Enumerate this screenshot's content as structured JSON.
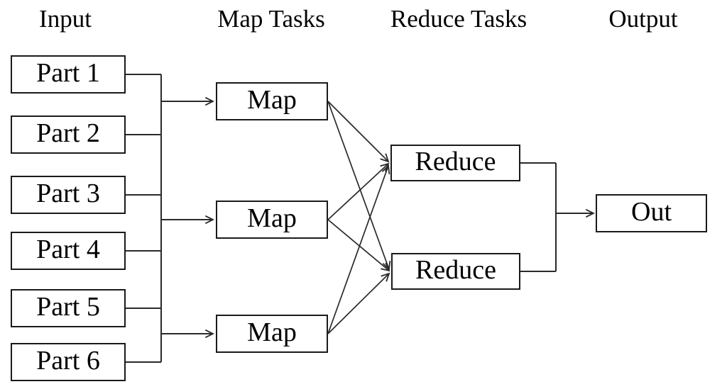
{
  "diagram_type": "mapreduce-flow",
  "headers": [
    {
      "id": "input",
      "label": "Input"
    },
    {
      "id": "map-tasks",
      "label": "Map Tasks"
    },
    {
      "id": "reduce-tasks",
      "label": "Reduce Tasks"
    },
    {
      "id": "output",
      "label": "Output"
    }
  ],
  "nodes": {
    "parts": [
      {
        "label": "Part 1"
      },
      {
        "label": "Part 2"
      },
      {
        "label": "Part 3"
      },
      {
        "label": "Part 4"
      },
      {
        "label": "Part 5"
      },
      {
        "label": "Part 6"
      }
    ],
    "maps": [
      {
        "label": "Map"
      },
      {
        "label": "Map"
      },
      {
        "label": "Map"
      }
    ],
    "reduces": [
      {
        "label": "Reduce"
      },
      {
        "label": "Reduce"
      }
    ],
    "out": {
      "label": "Out"
    }
  },
  "edges": [
    {
      "from": "part-1",
      "to": "input-bus",
      "arrow": false
    },
    {
      "from": "part-2",
      "to": "input-bus",
      "arrow": false
    },
    {
      "from": "part-3",
      "to": "input-bus",
      "arrow": false
    },
    {
      "from": "part-4",
      "to": "input-bus",
      "arrow": false
    },
    {
      "from": "part-5",
      "to": "input-bus",
      "arrow": false
    },
    {
      "from": "part-6",
      "to": "input-bus",
      "arrow": false
    },
    {
      "from": "input-bus",
      "to": "map-1",
      "arrow": true
    },
    {
      "from": "input-bus",
      "to": "map-2",
      "arrow": true
    },
    {
      "from": "input-bus",
      "to": "map-3",
      "arrow": true
    },
    {
      "from": "map-1",
      "to": "reduce-1",
      "arrow": true
    },
    {
      "from": "map-1",
      "to": "reduce-2",
      "arrow": true
    },
    {
      "from": "map-2",
      "to": "reduce-1",
      "arrow": true
    },
    {
      "from": "map-2",
      "to": "reduce-2",
      "arrow": true
    },
    {
      "from": "map-3",
      "to": "reduce-1",
      "arrow": true
    },
    {
      "from": "map-3",
      "to": "reduce-2",
      "arrow": true
    },
    {
      "from": "reduce-1",
      "to": "output-bus",
      "arrow": false
    },
    {
      "from": "reduce-2",
      "to": "output-bus",
      "arrow": false
    },
    {
      "from": "output-bus",
      "to": "out",
      "arrow": true
    }
  ],
  "colors": {
    "background": "#ffffff",
    "box_border": "#1a1a1a",
    "line": "#2a2a2a",
    "text": "#000000"
  }
}
